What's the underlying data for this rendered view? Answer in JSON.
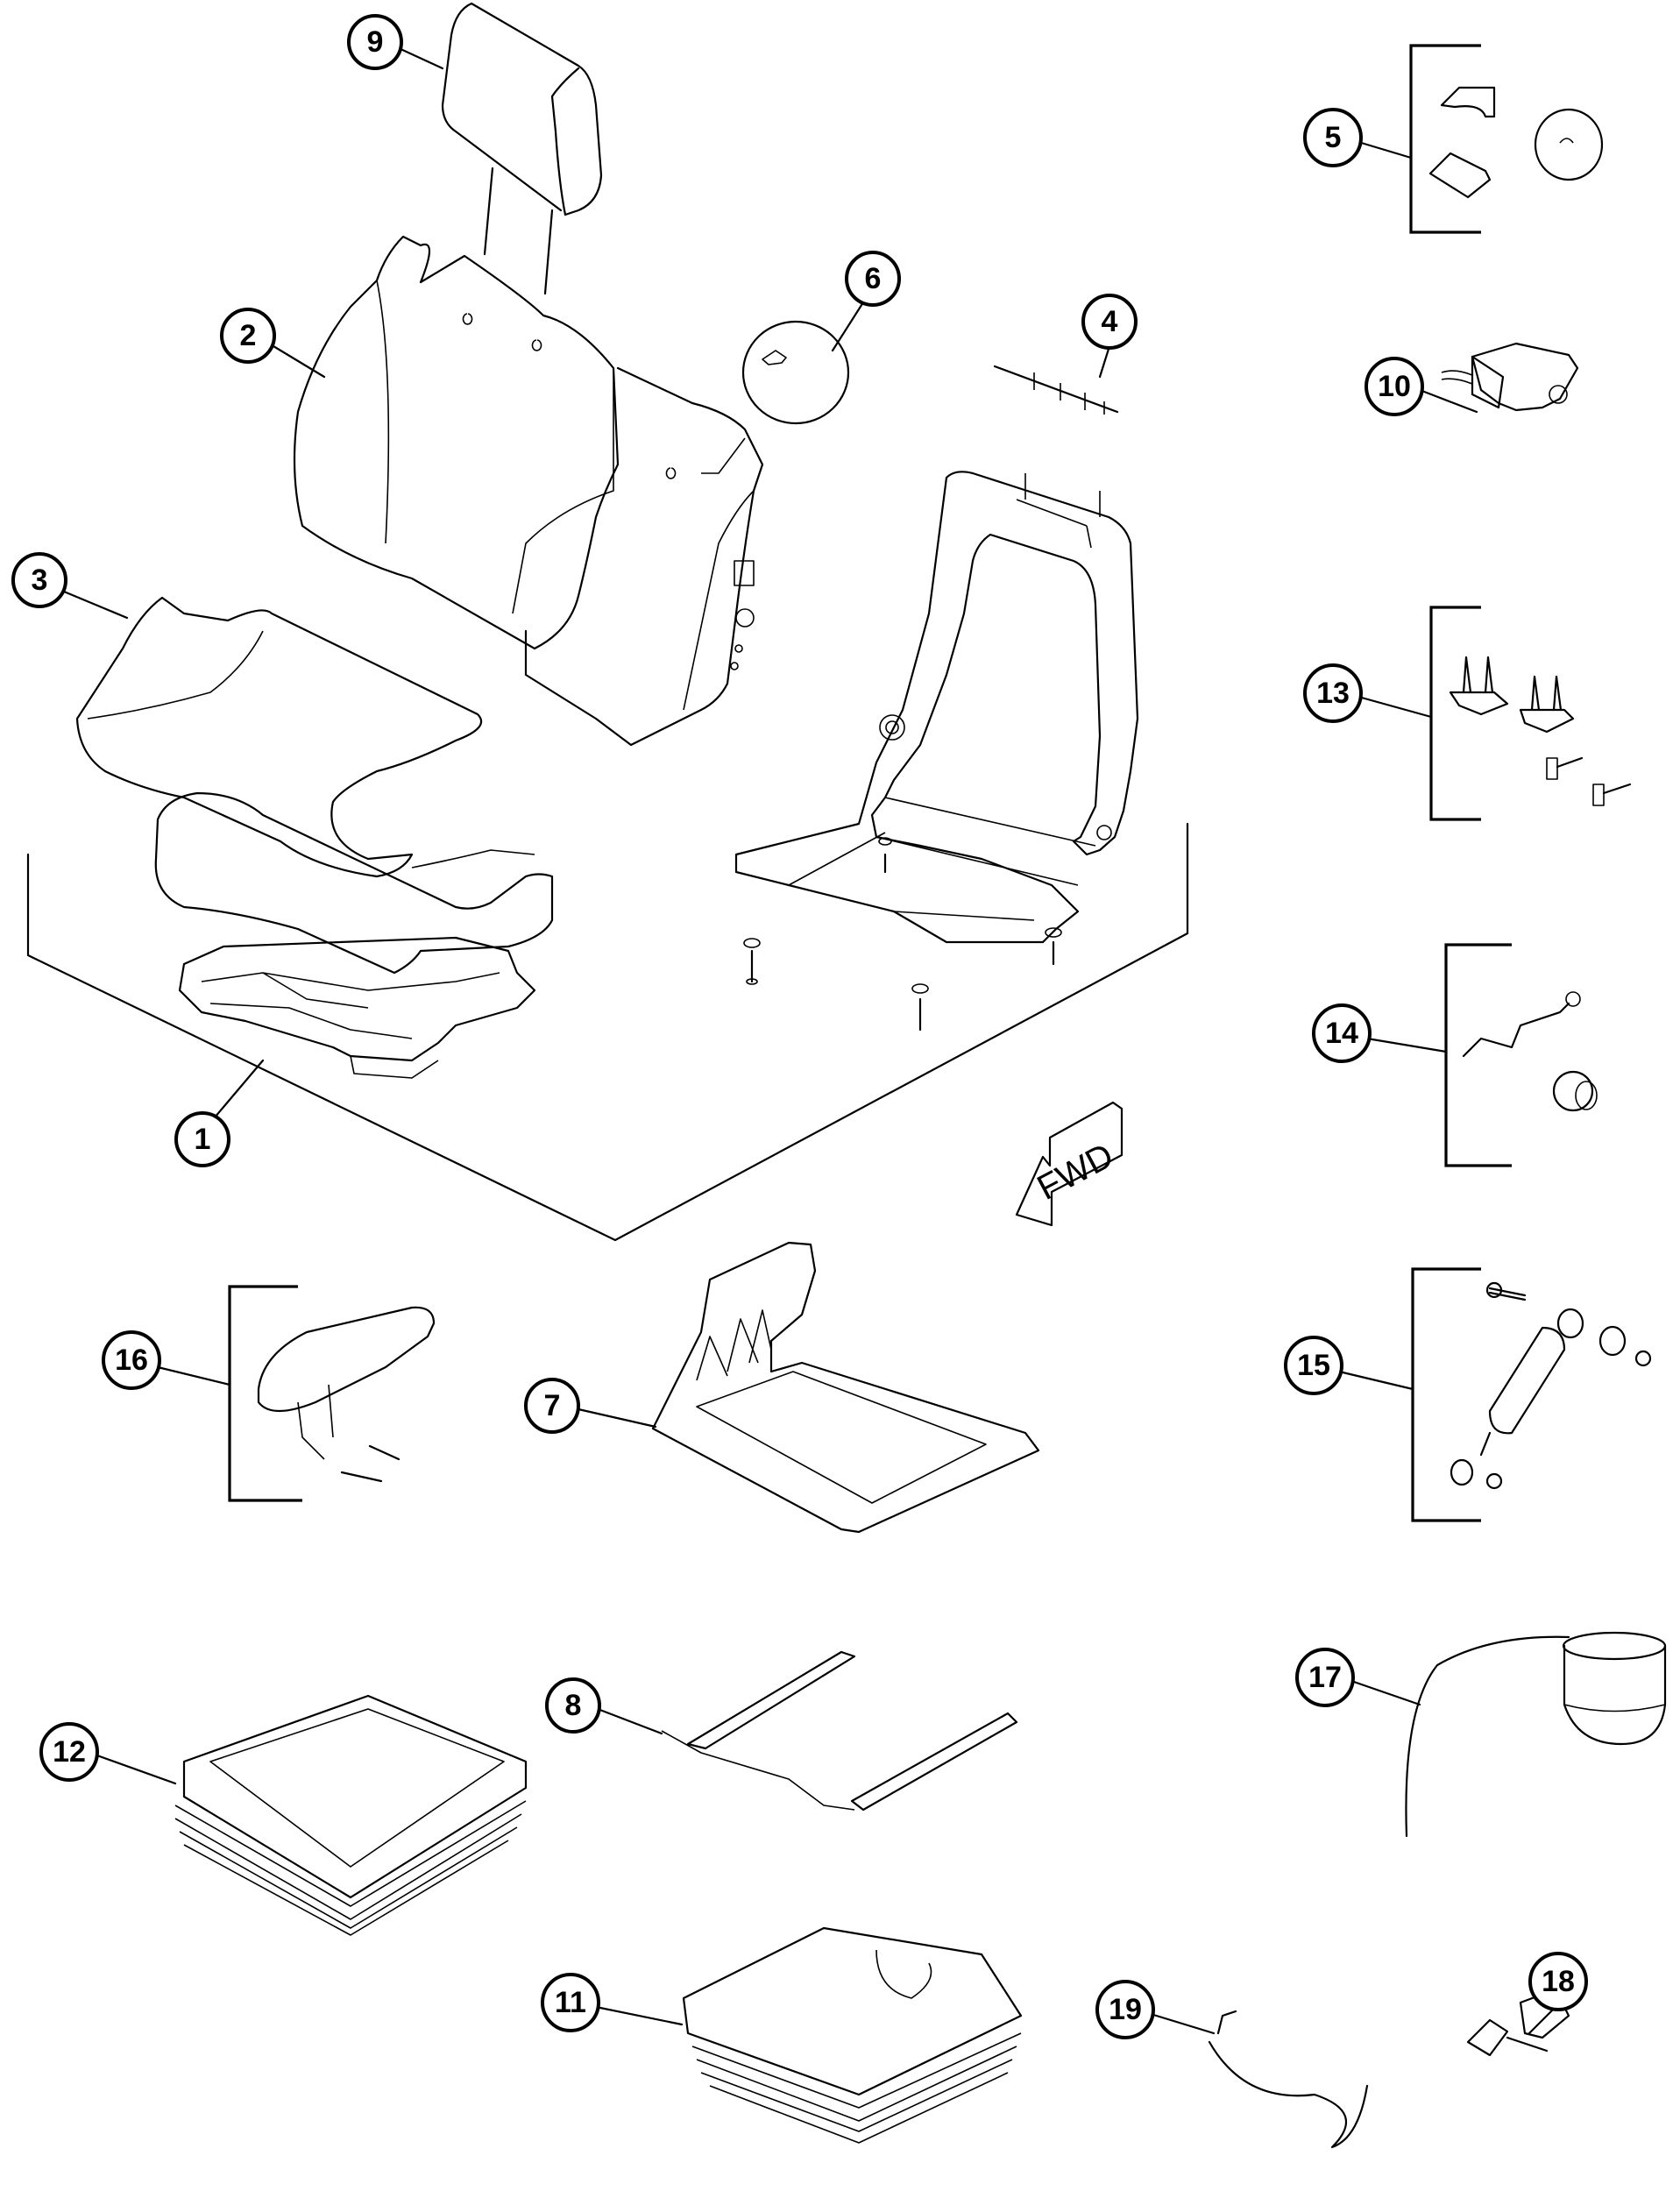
{
  "diagram": {
    "type": "exploded-parts-diagram",
    "subject": "seat assembly",
    "direction_arrow": {
      "label": "FWD",
      "icon": "forward-arrow-icon"
    },
    "callouts": [
      {
        "id": "1",
        "label": "1",
        "part": "seat-assembly-bracket"
      },
      {
        "id": "2",
        "label": "2",
        "part": "backrest-cushion"
      },
      {
        "id": "3",
        "label": "3",
        "part": "seat-cushion"
      },
      {
        "id": "4",
        "label": "4",
        "part": "wire-harness-strip"
      },
      {
        "id": "5",
        "label": "5",
        "part": "knob-and-handle-kit"
      },
      {
        "id": "6",
        "label": "6",
        "part": "round-knob"
      },
      {
        "id": "7",
        "label": "7",
        "part": "mounting-plate"
      },
      {
        "id": "8",
        "label": "8",
        "part": "seat-slide-rails"
      },
      {
        "id": "9",
        "label": "9",
        "part": "headrest"
      },
      {
        "id": "10",
        "label": "10",
        "part": "compressor-motor"
      },
      {
        "id": "11",
        "label": "11",
        "part": "suspension-base"
      },
      {
        "id": "12",
        "label": "12",
        "part": "bellows-cover"
      },
      {
        "id": "13",
        "label": "13",
        "part": "bracket-and-pin-kit"
      },
      {
        "id": "14",
        "label": "14",
        "part": "rod-and-knob-kit"
      },
      {
        "id": "15",
        "label": "15",
        "part": "shock-absorber-kit"
      },
      {
        "id": "16",
        "label": "16",
        "part": "armrest-kit"
      },
      {
        "id": "17",
        "label": "17",
        "part": "height-sensor-cable"
      },
      {
        "id": "18",
        "label": "18",
        "part": "switch-valve"
      },
      {
        "id": "19",
        "label": "19",
        "part": "wire-harness"
      }
    ]
  }
}
